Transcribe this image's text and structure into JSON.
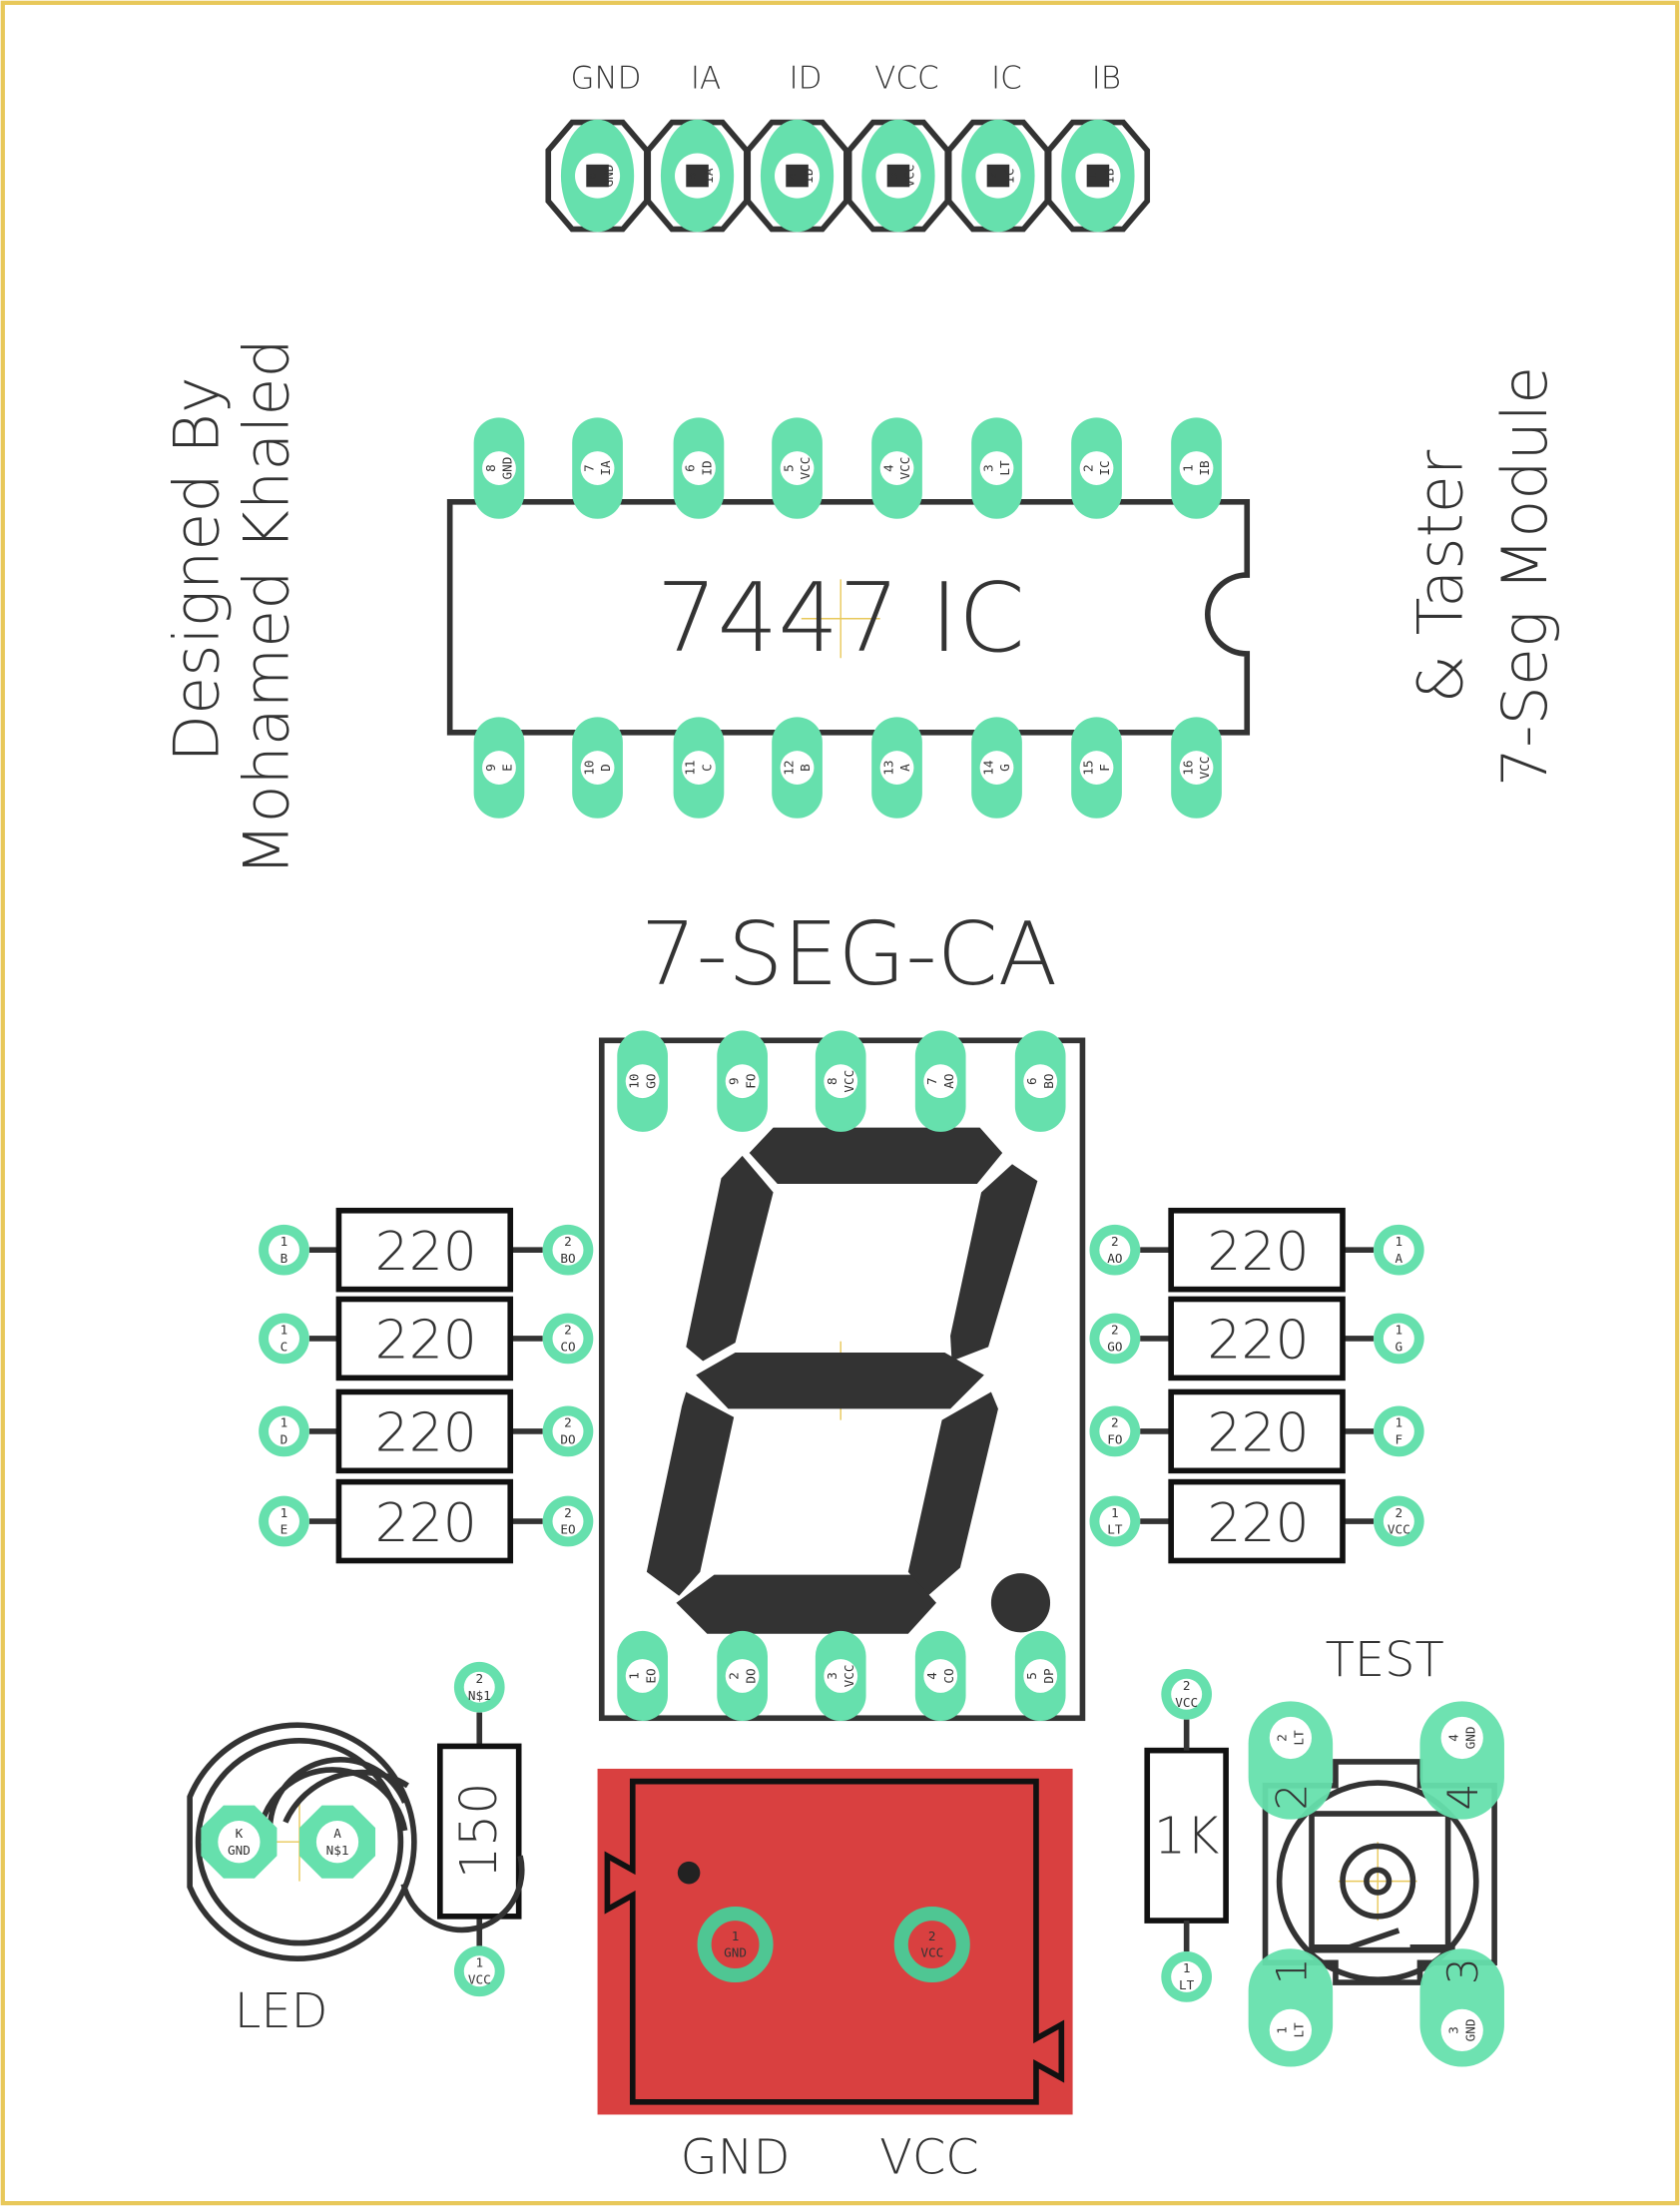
{
  "colors": {
    "pad": "#66e0ad",
    "silk": "#333333",
    "frame": "#e8c85a",
    "copper": "#d94040"
  },
  "credits": {
    "line1": "Designed By",
    "line2": "Mohamed Khaled"
  },
  "title_right": {
    "line1": "& Taster",
    "line2": "7-Seg Module"
  },
  "header": {
    "labels": [
      "GND",
      "IA",
      "ID",
      "VCC",
      "IC",
      "IB"
    ],
    "pins": [
      {
        "n": "6",
        "s": "GND"
      },
      {
        "n": "5",
        "s": "IA"
      },
      {
        "n": "4",
        "s": "ID"
      },
      {
        "n": "3",
        "s": "VCC"
      },
      {
        "n": "2",
        "s": "IC"
      },
      {
        "n": "1",
        "s": "IB"
      }
    ]
  },
  "ic": {
    "label": "7447 IC",
    "top_pins": [
      {
        "n": "8",
        "s": "GND"
      },
      {
        "n": "7",
        "s": "IA"
      },
      {
        "n": "6",
        "s": "ID"
      },
      {
        "n": "5",
        "s": "VCC"
      },
      {
        "n": "4",
        "s": "VCC"
      },
      {
        "n": "3",
        "s": "LT"
      },
      {
        "n": "2",
        "s": "IC"
      },
      {
        "n": "1",
        "s": "IB"
      }
    ],
    "bottom_pins": [
      {
        "n": "9",
        "s": "E"
      },
      {
        "n": "10",
        "s": "D"
      },
      {
        "n": "11",
        "s": "C"
      },
      {
        "n": "12",
        "s": "B"
      },
      {
        "n": "13",
        "s": "A"
      },
      {
        "n": "14",
        "s": "G"
      },
      {
        "n": "15",
        "s": "F"
      },
      {
        "n": "16",
        "s": "VCC"
      }
    ]
  },
  "display": {
    "label": "7-SEG-CA",
    "top_pins": [
      {
        "n": "10",
        "s": "GO"
      },
      {
        "n": "9",
        "s": "FO"
      },
      {
        "n": "8",
        "s": "VCC"
      },
      {
        "n": "7",
        "s": "AO"
      },
      {
        "n": "6",
        "s": "BO"
      }
    ],
    "bottom_pins": [
      {
        "n": "1",
        "s": "EO"
      },
      {
        "n": "2",
        "s": "DO"
      },
      {
        "n": "3",
        "s": "VCC"
      },
      {
        "n": "4",
        "s": "CO"
      },
      {
        "n": "5",
        "s": "DP"
      }
    ]
  },
  "resistors_left": [
    {
      "value": "220",
      "p1": {
        "n": "1",
        "s": "B"
      },
      "p2": {
        "n": "2",
        "s": "BO"
      }
    },
    {
      "value": "220",
      "p1": {
        "n": "1",
        "s": "C"
      },
      "p2": {
        "n": "2",
        "s": "CO"
      }
    },
    {
      "value": "220",
      "p1": {
        "n": "1",
        "s": "D"
      },
      "p2": {
        "n": "2",
        "s": "DO"
      }
    },
    {
      "value": "220",
      "p1": {
        "n": "1",
        "s": "E"
      },
      "p2": {
        "n": "2",
        "s": "EO"
      }
    }
  ],
  "resistors_right": [
    {
      "value": "220",
      "p1": {
        "n": "2",
        "s": "AO"
      },
      "p2": {
        "n": "1",
        "s": "A"
      }
    },
    {
      "value": "220",
      "p1": {
        "n": "2",
        "s": "GO"
      },
      "p2": {
        "n": "1",
        "s": "G"
      }
    },
    {
      "value": "220",
      "p1": {
        "n": "2",
        "s": "FO"
      },
      "p2": {
        "n": "1",
        "s": "F"
      }
    },
    {
      "value": "220",
      "p1": {
        "n": "1",
        "s": "LT"
      },
      "p2": {
        "n": "2",
        "s": "VCC"
      }
    }
  ],
  "led": {
    "label": "LED",
    "k": {
      "n": "K",
      "s": "GND"
    },
    "a": {
      "n": "A",
      "s": "N$1"
    }
  },
  "r150": {
    "value": "150",
    "p2": {
      "n": "2",
      "s": "N$1"
    },
    "p1": {
      "n": "1",
      "s": "VCC"
    }
  },
  "r1k": {
    "value": "1K",
    "p2": {
      "n": "2",
      "s": "VCC"
    },
    "p1": {
      "n": "1",
      "s": "LT"
    }
  },
  "power": {
    "pin1": {
      "n": "1",
      "s": "GND"
    },
    "pin2": {
      "n": "2",
      "s": "VCC"
    },
    "label_gnd": "GND",
    "label_vcc": "VCC"
  },
  "switch": {
    "label": "TEST",
    "pins": [
      {
        "n": "2",
        "s": "LT",
        "big": "2"
      },
      {
        "n": "4",
        "s": "GND",
        "big": "4"
      },
      {
        "n": "1",
        "s": "LT",
        "big": "1"
      },
      {
        "n": "3",
        "s": "GND",
        "big": "3"
      }
    ]
  }
}
